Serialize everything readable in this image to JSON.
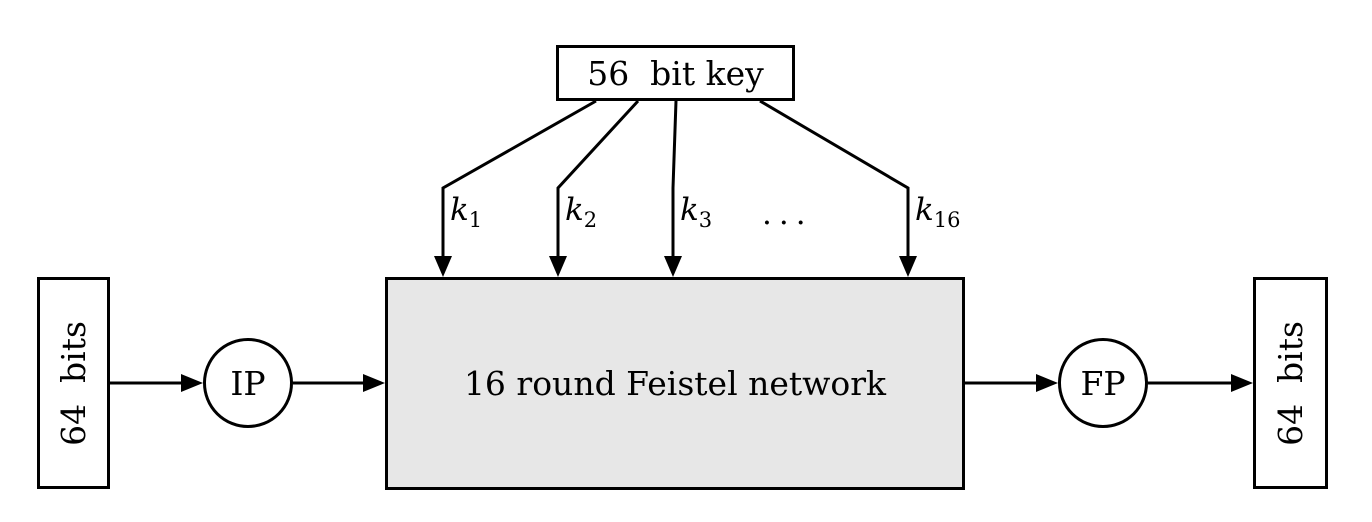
{
  "nodes": {
    "key_box": {
      "label": "56  bit key"
    },
    "feistel_box": {
      "label": "16 round Feistel network"
    },
    "input_box": {
      "label": "64  bits"
    },
    "output_box": {
      "label": "64  bits"
    },
    "ip_circle": {
      "label": "IP"
    },
    "fp_circle": {
      "label": "FP"
    }
  },
  "subkeys": {
    "k1": {
      "base": "k",
      "sub": "1"
    },
    "k2": {
      "base": "k",
      "sub": "2"
    },
    "k3": {
      "base": "k",
      "sub": "3"
    },
    "dots": "...",
    "k16": {
      "base": "k",
      "sub": "16"
    }
  },
  "colors": {
    "stroke": "#000000",
    "feistel_fill": "#e7e7e7",
    "background": "#ffffff"
  }
}
